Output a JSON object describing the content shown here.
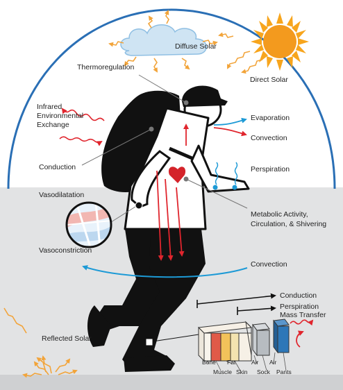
{
  "labels": {
    "diffuse_solar": "Diffuse Solar",
    "thermoregulation": "Thermoregulation",
    "direct_solar": "Direct Solar",
    "infrared_1": "Infrared",
    "infrared_2": "Environmental",
    "infrared_3": "Exchange",
    "evaporation": "Evaporation",
    "convection_top": "Convection",
    "conduction_left": "Conduction",
    "perspiration": "Perspiration",
    "vasodilatation": "Vasodilatation",
    "metabolic_1": "Metabolic Activity,",
    "metabolic_2": "Circulation, & Shivering",
    "vasoconstriction": "Vasoconstriction",
    "convection_mid": "Convection",
    "conduction_bottom": "Conduction",
    "perspiration_mass_1": "Perspiration",
    "perspiration_mass_2": "Mass Transfer",
    "reflected_solar": "Reflected Solar",
    "layers_top": [
      "Bone",
      "Fat",
      "Air",
      "Air"
    ],
    "layers_bottom": [
      "Muscle",
      "Skin",
      "Sock",
      "Pants"
    ]
  },
  "colors": {
    "sky_arc": "#2a6fb5",
    "ground": "#e2e3e4",
    "sun": "#f7a51d",
    "sun_core": "#f39a1e",
    "cloud": "#cfe4f3",
    "solar_ray": "#f2a43a",
    "heat_wave": "#e0252d",
    "convection": "#1d9ad6",
    "person": "#111111",
    "shirt": "#ffffff",
    "heart": "#d4232a",
    "muscle": "#e05a48",
    "fat": "#f2c25a",
    "sock": "#b7bcc1",
    "pants": "#2d77b8"
  }
}
